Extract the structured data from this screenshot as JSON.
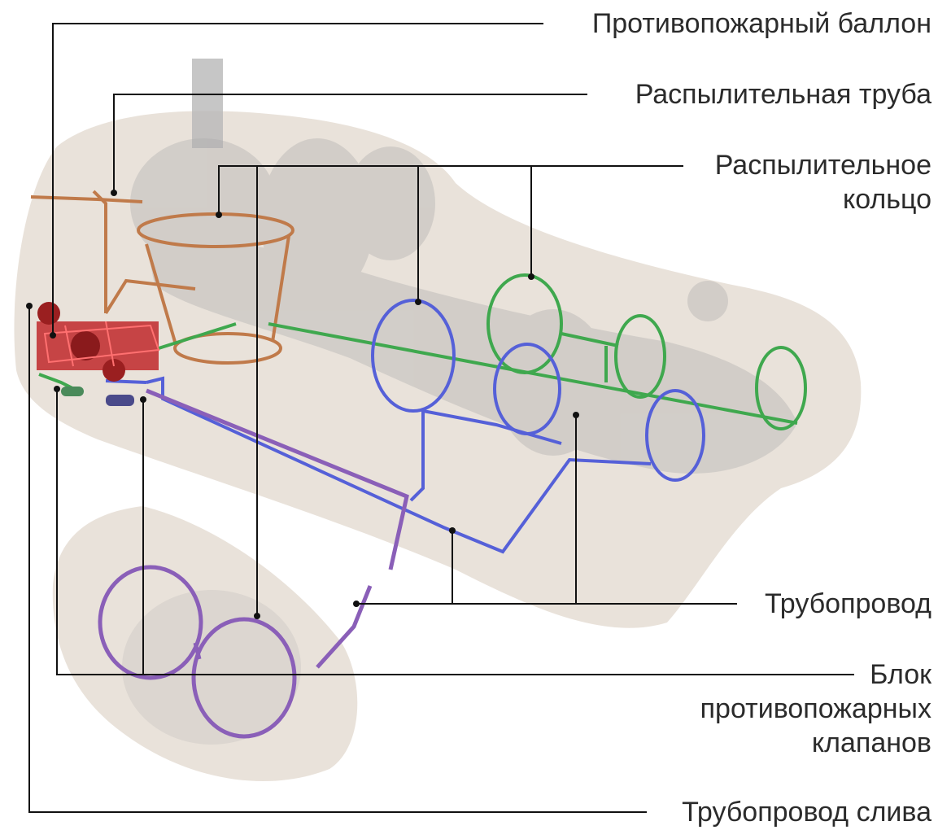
{
  "labels": {
    "fire_bottle": "Противопожарный баллон",
    "spray_pipe": "Распылительная труба",
    "spray_ring_line1": "Распылительное",
    "spray_ring_line2": "кольцо",
    "pipeline": "Трубопровод",
    "valve_block_line1": "Блок",
    "valve_block_line2": "противопожарных",
    "valve_block_line3": "клапанов",
    "drain_pipeline": "Трубопровод слива"
  },
  "colors": {
    "nacelle_fill": "#e8e0d8",
    "engine_gray": "#bdbdbd",
    "copper_pipe": "#c07a4a",
    "blue_pipe": "#5560d8",
    "green_pipe": "#3fa84e",
    "purple_pipe": "#8a5fb8",
    "red_block": "#c0282a",
    "leader_line": "#111111"
  }
}
